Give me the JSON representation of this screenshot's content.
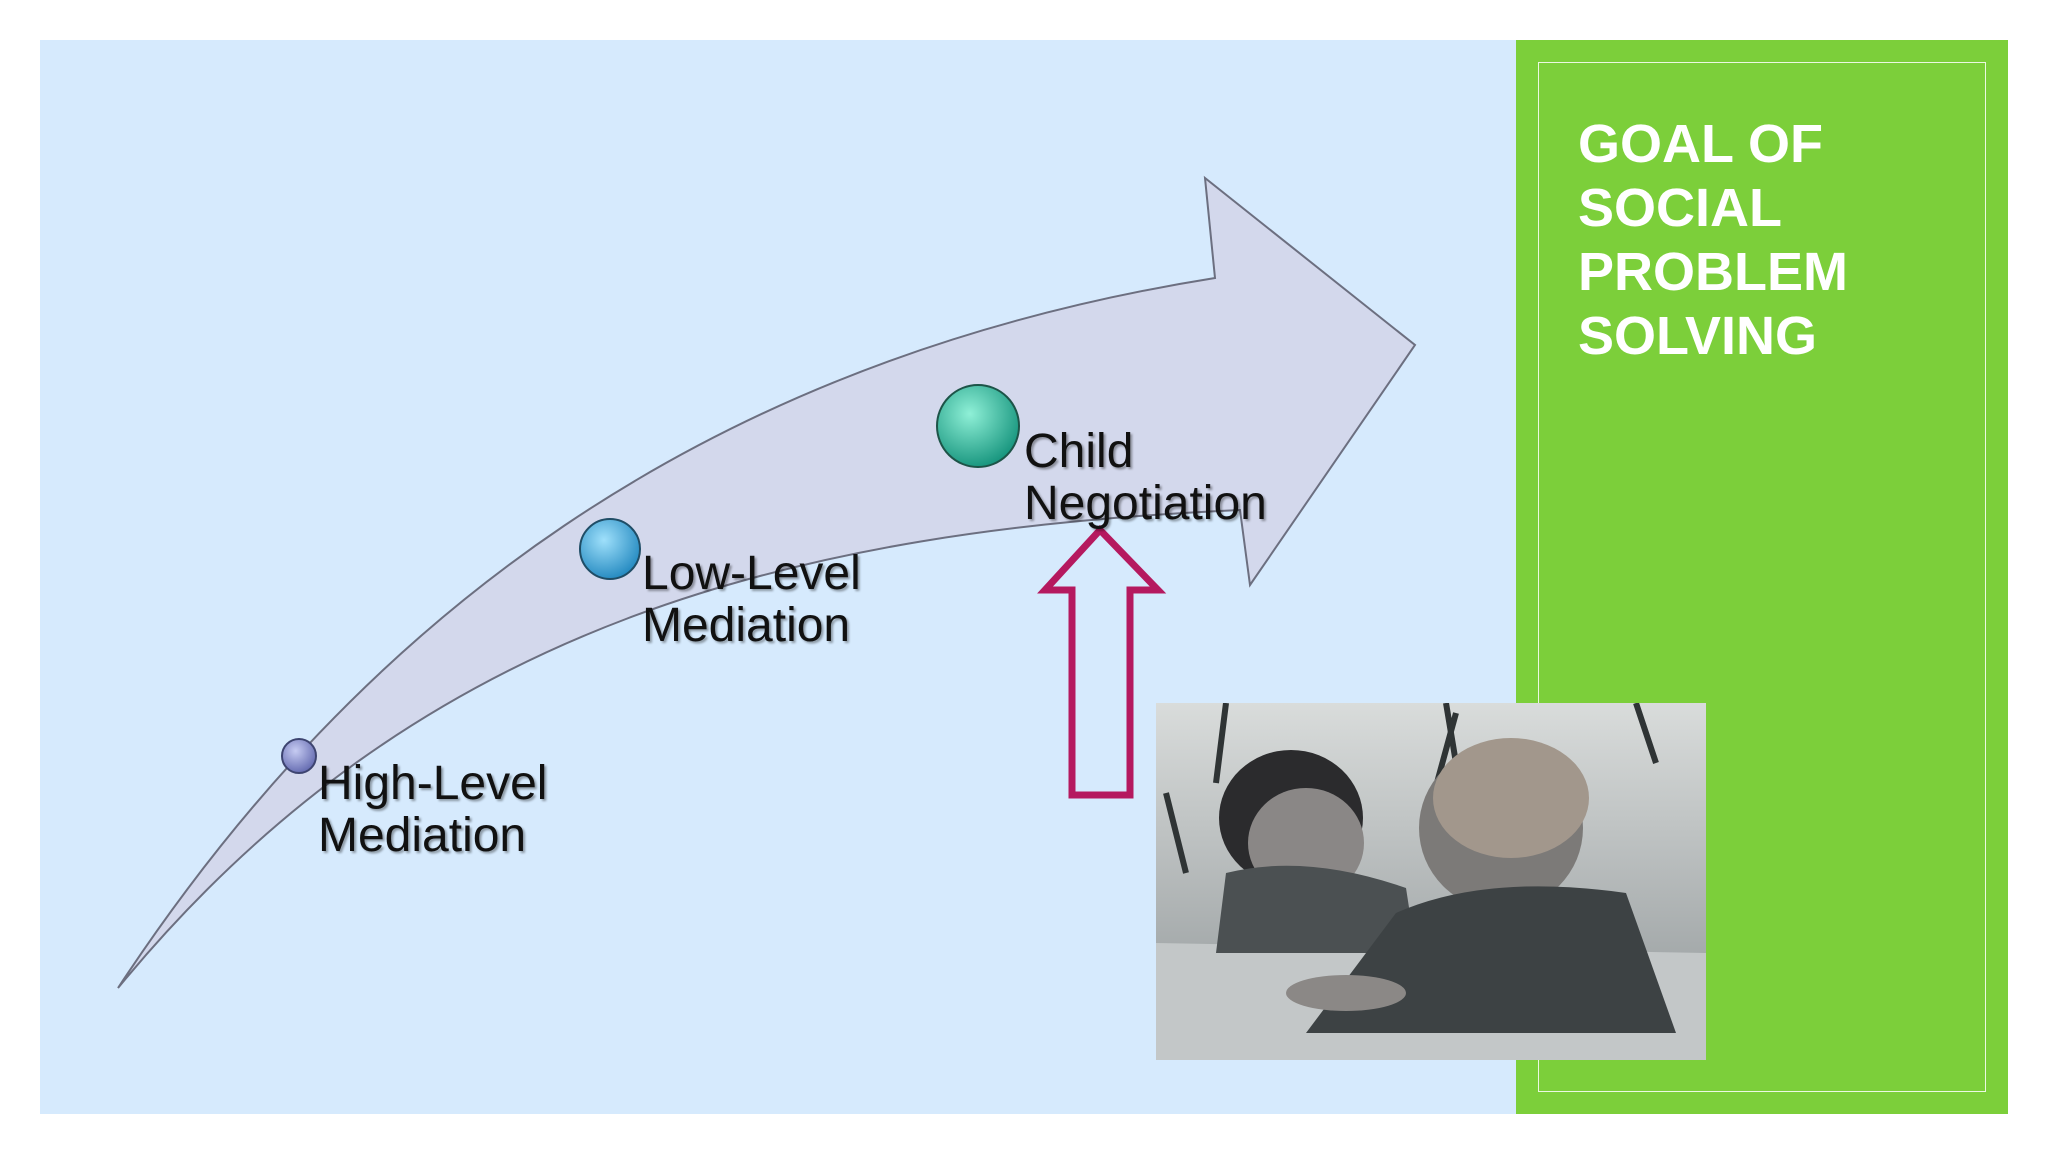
{
  "title": "GOAL OF\nSOCIAL\nPROBLEM\nSOLVING",
  "steps": [
    {
      "label": "High-Level\nMediation",
      "color": "#7e84c8"
    },
    {
      "label": "Low-Level\nMediation",
      "color": "#35a7d8"
    },
    {
      "label": "Child\nNegotiation",
      "color": "#1fae93"
    }
  ],
  "colors": {
    "background": "#d6eafd",
    "title_panel": "#7ccf3a",
    "curved_arrow": "#d3d8ec",
    "highlight_arrow": "#b5195f"
  },
  "photo": {
    "description_icon": "children-photo",
    "style": "grayscale"
  }
}
